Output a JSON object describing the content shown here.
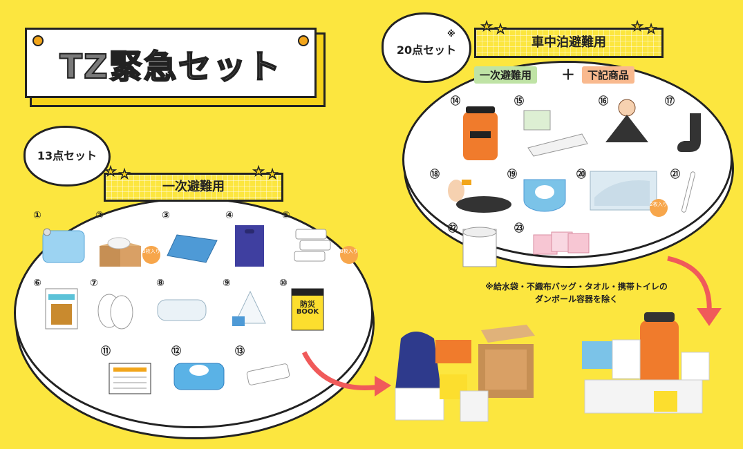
{
  "title": "TZ緊急セット",
  "left_set": {
    "count_label": "13点セット",
    "banner": "一次避難用",
    "numbers": [
      "①",
      "②",
      "③",
      "④",
      "⑤",
      "⑥",
      "⑦",
      "⑧",
      "⑨",
      "⑩",
      "⑪",
      "⑫",
      "⑬"
    ],
    "badge_2": "3枚入り",
    "badge_5": "3枚入り",
    "book_title": "防災",
    "book_subtitle": "BOOK"
  },
  "right_set": {
    "count_label": "20点セット",
    "asterisk": "※",
    "banner": "車中泊避難用",
    "tag_primary": "一次避難用",
    "plus": "＋",
    "tag_extra": "下記商品",
    "numbers": [
      "⑭",
      "⑮",
      "⑯",
      "⑰",
      "⑱",
      "⑲",
      "⑳",
      "㉑",
      "㉒",
      "㉓"
    ],
    "badge_20": "2枚入り",
    "note_line1": "※給水袋・不織布バッグ・タオル・携帯トイレの",
    "note_line2": "ダンボール容器を除く"
  },
  "colors": {
    "background": "#FCE63F",
    "accent_orange": "#F7A64B",
    "tag_green": "#BFE3A5",
    "tag_peach": "#F9B98E",
    "arrow_red": "#F05A5A"
  }
}
